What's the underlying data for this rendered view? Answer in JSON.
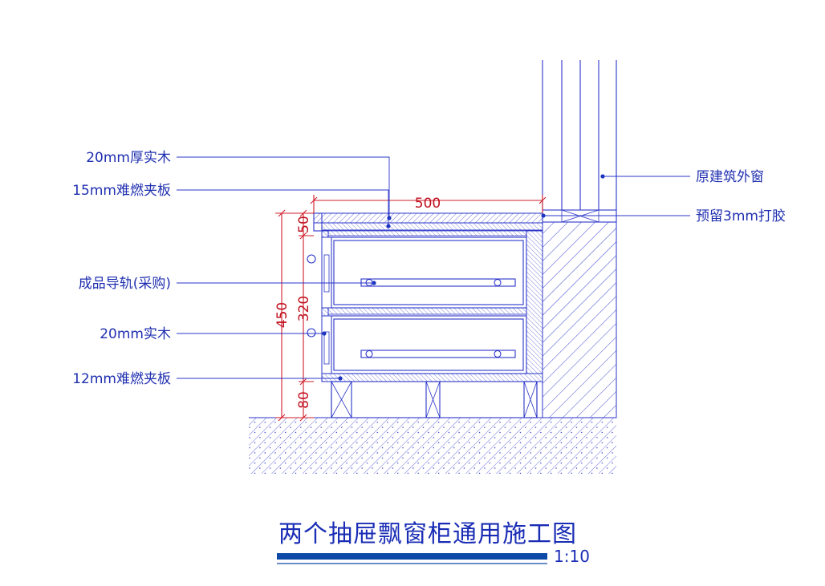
{
  "callouts_left": {
    "top_solid_wood": "20mm厚实木",
    "top_fire_board": "15mm难燃夹板",
    "drawer_slide": "成品导轨(采购)",
    "front_solid_wood": "20mm实木",
    "base_fire_board": "12mm难燃夹板"
  },
  "callouts_right": {
    "original_window": "原建筑外窗",
    "reserved_glue_gap": "预留3mm打胶"
  },
  "dimensions": {
    "width": "500",
    "top_thickness": "50",
    "total_height": "450",
    "drawer_zone": "320",
    "plinth": "80"
  },
  "title": {
    "text": "两个抽屉飘窗柜通用施工图",
    "scale": "1:10"
  },
  "colors": {
    "linework": "#2a34c8",
    "dimension": "#d21d2b",
    "title_bar": "#0d4aa8"
  }
}
